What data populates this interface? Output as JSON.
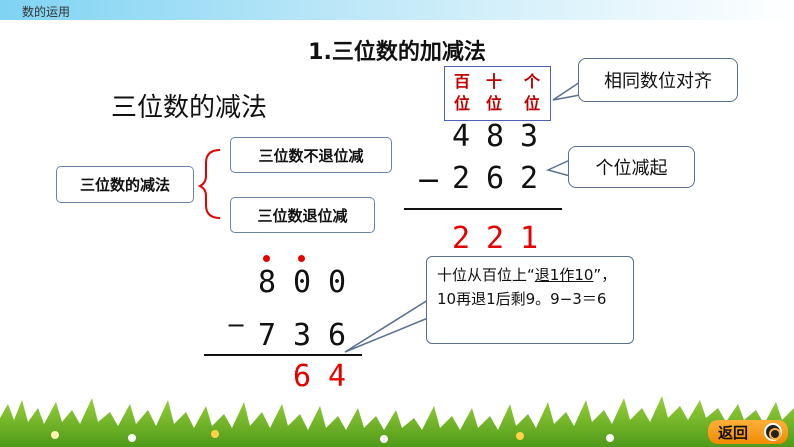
{
  "header": {
    "section_label": "数的运用"
  },
  "title": "1.三位数的加减法",
  "heading": "三位数的减法",
  "place_labels": [
    {
      "top": "百",
      "bottom": "位"
    },
    {
      "top": "十",
      "bottom": "位"
    },
    {
      "top": "个",
      "bottom": "位"
    }
  ],
  "callouts": {
    "align": "相同数位对齐",
    "start": "个位减起"
  },
  "tree": {
    "root": "三位数的减法",
    "branch1": "三位数不退位减",
    "branch2": "三位数退位减"
  },
  "example1": {
    "top": [
      "4",
      "8",
      "3"
    ],
    "operator": "−",
    "bottom": [
      "2",
      "6",
      "2"
    ],
    "result": [
      "2",
      "2",
      "1"
    ]
  },
  "example2": {
    "top": [
      "8",
      "0",
      "0"
    ],
    "operator": "−",
    "bottom": [
      "7",
      "3",
      "6"
    ],
    "result": [
      "6",
      "4"
    ]
  },
  "note": {
    "part1": "十位从百位上“",
    "underlined": "退1作10",
    "part2": "”，10再退1后剩9。9−3＝6"
  },
  "footer": {
    "back_label": "返回"
  },
  "colors": {
    "accent_red": "#e60000",
    "place_red": "#c00000",
    "back_orange": "#f5a623"
  }
}
